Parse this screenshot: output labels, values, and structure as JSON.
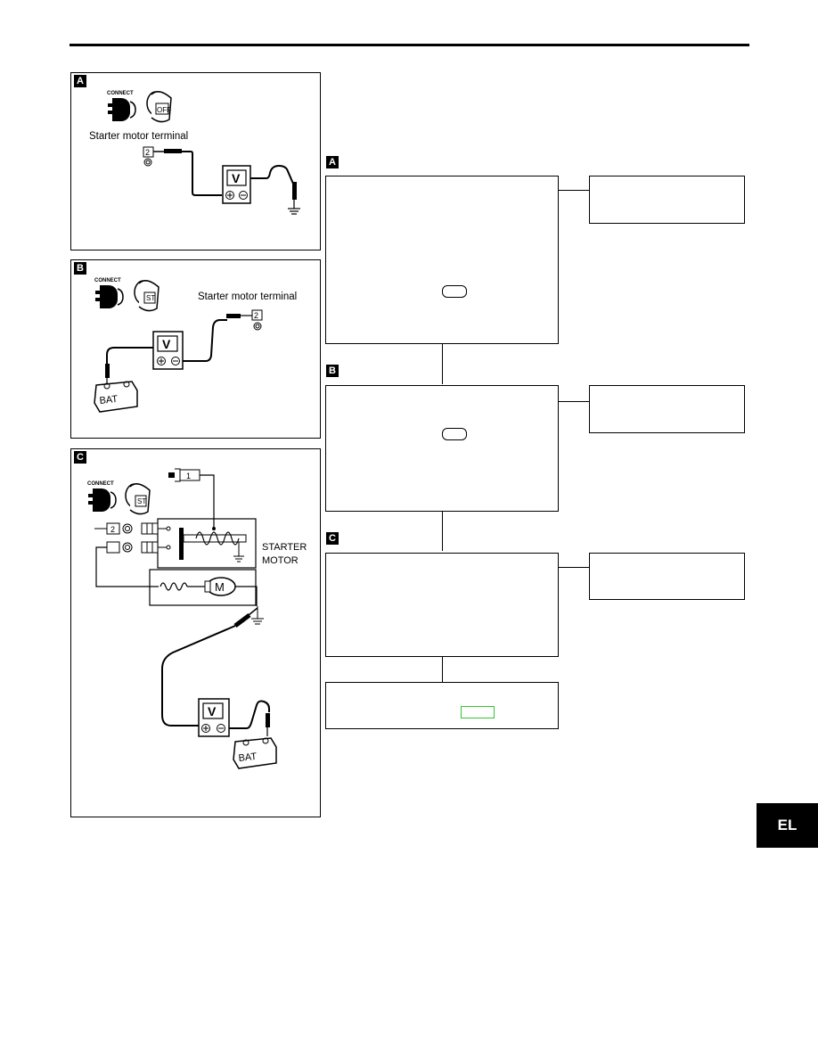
{
  "page": {
    "section_tab": "EL"
  },
  "figure_a": {
    "tag": "A",
    "connect_label": "CONNECT",
    "switch_label": "OFF",
    "terminal_label": "Starter  motor  terminal",
    "terminal_number": "2",
    "meter_label": "V"
  },
  "figure_b": {
    "tag": "B",
    "connect_label": "CONNECT",
    "switch_label": "ST",
    "terminal_label": "Starter  motor  terminal",
    "terminal_number": "2",
    "meter_label": "V",
    "battery_label": "BAT"
  },
  "figure_c": {
    "tag": "C",
    "connect_label": "CONNECT",
    "switch_label": "ST",
    "terminal_1": "1",
    "terminal_2": "2",
    "motor_label": "STARTER",
    "motor_label_2": "MOTOR",
    "m_label": "M",
    "meter_label": "V",
    "battery_label": "BAT"
  },
  "flow": {
    "step_a_tag": "A",
    "step_b_tag": "B",
    "step_c_tag": "C"
  }
}
